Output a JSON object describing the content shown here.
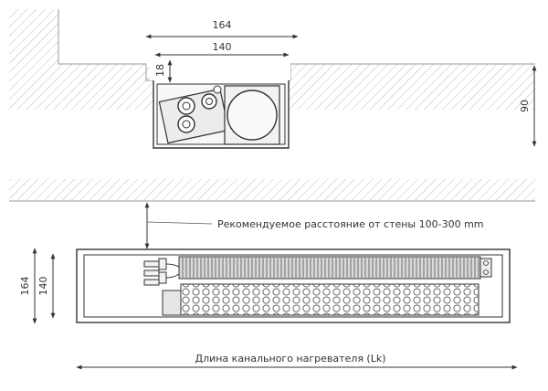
{
  "dimensions": {
    "overall_width": "164",
    "inner_width": "140",
    "depth": "18",
    "height": "90",
    "side_overall": "164",
    "side_inner": "140"
  },
  "annotations": {
    "wall_distance": "Рекомендуемое расстояние от стены 100-300 mm",
    "channel_length": "Длина канального нагревателя (Lk)"
  },
  "colors": {
    "line": "#333333",
    "hatch": "#bdbdbd",
    "body_fill": "#f2f2f2",
    "fin_fill": "#d9d9d9"
  }
}
